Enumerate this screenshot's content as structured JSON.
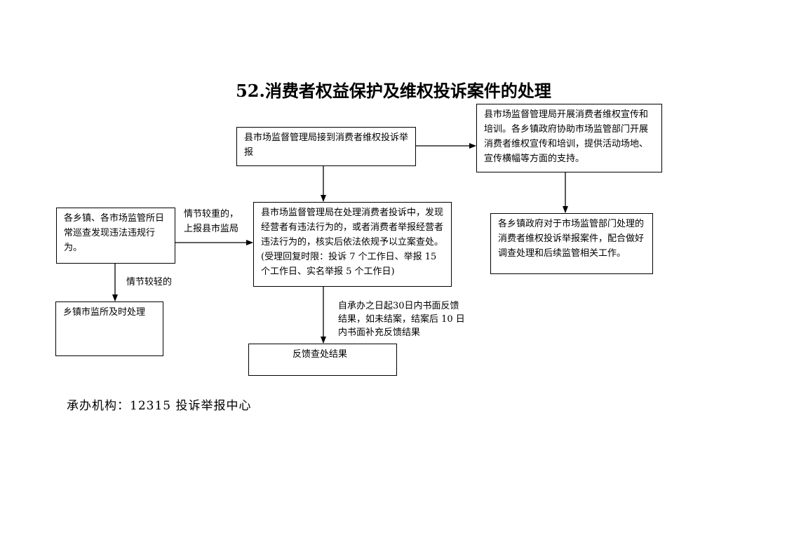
{
  "title": "52.消费者权益保护及维权投诉案件的处理",
  "boxes": {
    "receive": "县市场监督管理局接到消费者维权投诉举报",
    "publicity": "县市场监督管理局开展消费者维权宣传和培训。各乡镇政府协助市场监管部门开展消费者维权宣传和培训，提供活动场地、宣传横幅等方面的支持。",
    "township_handle": "各乡镇政府对于市场监管部门处理的消费者维权投诉举报案件，配合做好调查处理和后续监管相关工作。",
    "patrol": "各乡镇、各市场监管所日常巡查发现违法违规行为。",
    "process": "县市场监督管理局在处理消费者投诉中，发现经营者有违法行为的，或者消费者举报经营者违法行为的，核实后依法依规予以立案查处。(受理回复时限：投诉 7 个工作日、举报 15 个工作日、实名举报 5 个工作日)",
    "local_handle": "乡镇市监所及时处理",
    "feedback": "反馈查处结果"
  },
  "labels": {
    "serious_1": "情节较重的，",
    "serious_2": "上报县市监局",
    "minor": "情节较轻的",
    "deadline_1": "自承办之日起30日内书面反馈",
    "deadline_2": "结果，如未结案，结案后 10 日",
    "deadline_3": "内书面补充反馈结果"
  },
  "footer": "承办机构：12315 投诉举报中心"
}
